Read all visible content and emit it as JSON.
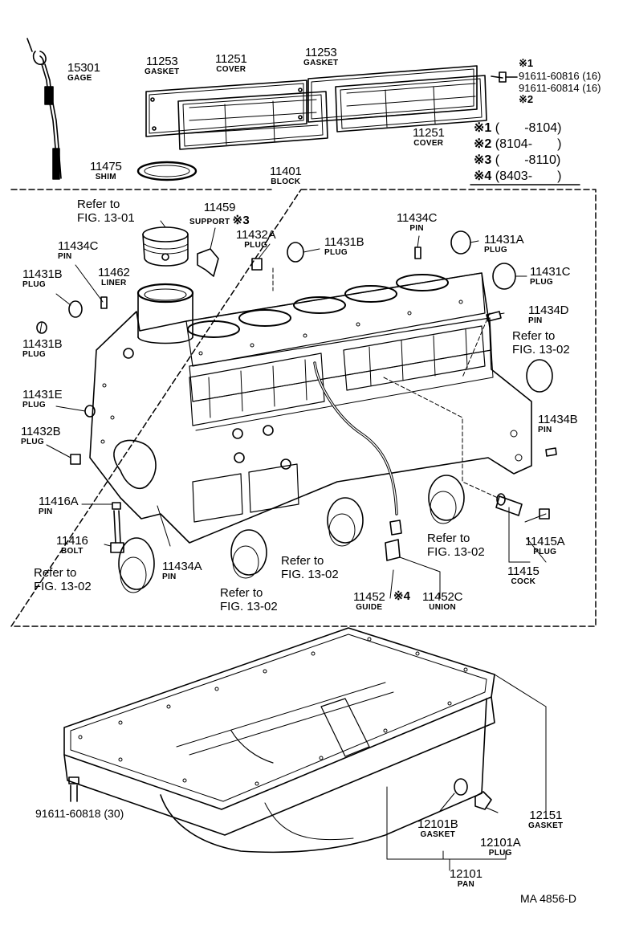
{
  "parts": {
    "p15301": {
      "number": "15301",
      "name": "GAGE"
    },
    "p11253a": {
      "number": "11253",
      "name": "GASKET"
    },
    "p11251a": {
      "number": "11251",
      "name": "COVER"
    },
    "p11253b": {
      "number": "11253",
      "name": "GASKET"
    },
    "p11251b": {
      "number": "11251",
      "name": "COVER"
    },
    "p11475": {
      "number": "11475",
      "name": "SHIM"
    },
    "p11401": {
      "number": "11401",
      "name": "BLOCK"
    },
    "p11459": {
      "number": "11459",
      "name": "SUPPORT"
    },
    "p11432a": {
      "number": "11432A",
      "name": "PLUG"
    },
    "p11431b_top": {
      "number": "11431B",
      "name": "PLUG"
    },
    "p11434c_right": {
      "number": "11434C",
      "name": "PIN"
    },
    "p11431a": {
      "number": "11431A",
      "name": "PLUG"
    },
    "p11434c_left": {
      "number": "11434C",
      "name": "PIN"
    },
    "p11462": {
      "number": "11462",
      "name": "LINER"
    },
    "p11431b_left": {
      "number": "11431B",
      "name": "PLUG"
    },
    "p11431c": {
      "number": "11431C",
      "name": "PLUG"
    },
    "p11434d": {
      "number": "11434D",
      "name": "PIN"
    },
    "p11431b_low": {
      "number": "11431B",
      "name": "PLUG"
    },
    "p11431e": {
      "number": "11431E",
      "name": "PLUG"
    },
    "p11434b": {
      "number": "11434B",
      "name": "PIN"
    },
    "p11432b": {
      "number": "11432B",
      "name": "PLUG"
    },
    "p11416a": {
      "number": "11416A",
      "name": "PIN"
    },
    "p11416": {
      "number": "11416",
      "name": "BOLT"
    },
    "p11434a": {
      "number": "11434A",
      "name": "PIN"
    },
    "p11415a": {
      "number": "11415A",
      "name": "PLUG"
    },
    "p11415": {
      "number": "11415",
      "name": "COCK"
    },
    "p11452": {
      "number": "11452",
      "name": "GUIDE"
    },
    "p11452c": {
      "number": "11452C",
      "name": "UNION"
    },
    "p12151": {
      "number": "12151",
      "name": "GASKET"
    },
    "p12101b": {
      "number": "12101B",
      "name": "GASKET"
    },
    "p12101a": {
      "number": "12101A",
      "name": "PLUG"
    },
    "p12101": {
      "number": "12101",
      "name": "PAN"
    }
  },
  "note_marks": {
    "m3": "※3",
    "m4": "※4"
  },
  "references": {
    "r1301": [
      "Refer to",
      "FIG. 13-01"
    ],
    "r1302_right": [
      "Refer to",
      "FIG. 13-02"
    ],
    "r1302_mid": [
      "Refer to",
      "FIG. 13-02"
    ],
    "r1302_lowleft": [
      "Refer to",
      "FIG. 13-02"
    ],
    "r1302_bottom": [
      "Refer to",
      "FIG. 13-02"
    ],
    "r1302_lowright": [
      "Refer to",
      "FIG. 13-02"
    ]
  },
  "bolts": {
    "mark1": "※1",
    "b60816": "91611-60816 (16)",
    "b60814": "91611-60814 (16)",
    "mark2": "※2",
    "b60818": "91611-60818 (30)"
  },
  "legend": [
    {
      "mark": "※1",
      "range": "(       -8104)"
    },
    {
      "mark": "※2",
      "range": "(8104-       )"
    },
    {
      "mark": "※3",
      "range": "(       -8110)"
    },
    {
      "mark": "※4",
      "range": "(8403-       )"
    }
  ],
  "footer": {
    "code": "MA  4856-D"
  }
}
